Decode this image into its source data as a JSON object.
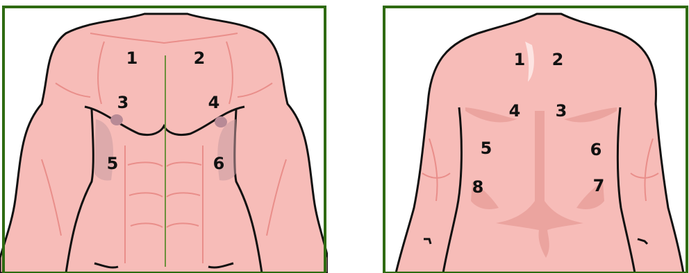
{
  "colors": {
    "frame": "#2f6b12",
    "skin": "#f7bcb8",
    "skin_shade": "#eba49f",
    "muscle_line": "#e98e8a",
    "outline": "#111111",
    "nipple": "#b88a96",
    "side_shade": "#c99aa0",
    "spine_line": "#6b8f3b",
    "highlight": "#fde4e2"
  },
  "front": {
    "labels": [
      "1",
      "2",
      "3",
      "4",
      "5",
      "6"
    ]
  },
  "back": {
    "labels": [
      "1",
      "2",
      "4",
      "3",
      "5",
      "6",
      "8",
      "7"
    ]
  }
}
